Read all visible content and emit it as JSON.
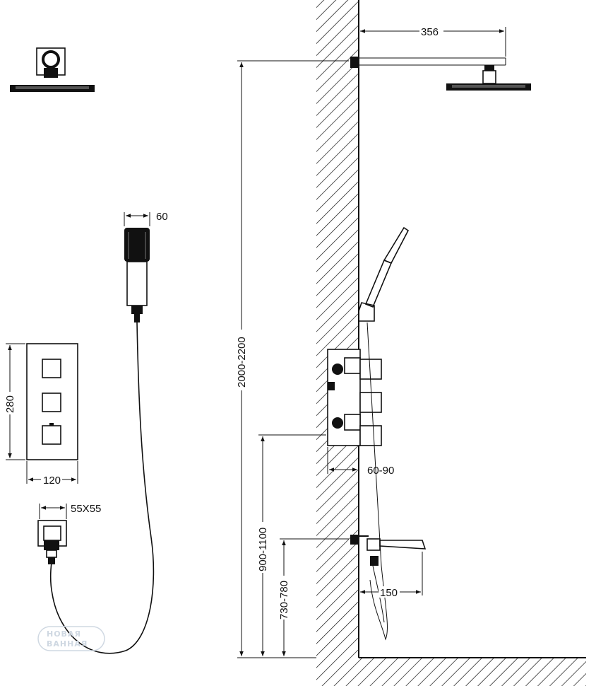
{
  "dimensions": {
    "arm_length": "356",
    "head_width": "60",
    "panel_height": "280",
    "panel_width": "120",
    "elbow_size": "55X55",
    "total_height": "2000-2200",
    "valve_depth": "60-90",
    "valve_height": "900-1100",
    "spout_height": "730-780",
    "spout_length": "150"
  },
  "watermark": {
    "line1": "НОВАЯ",
    "line2": "ВАННАЯ"
  },
  "colors": {
    "ink": "#111111",
    "paper": "#ffffff",
    "watermark": "#cfd8e2"
  }
}
